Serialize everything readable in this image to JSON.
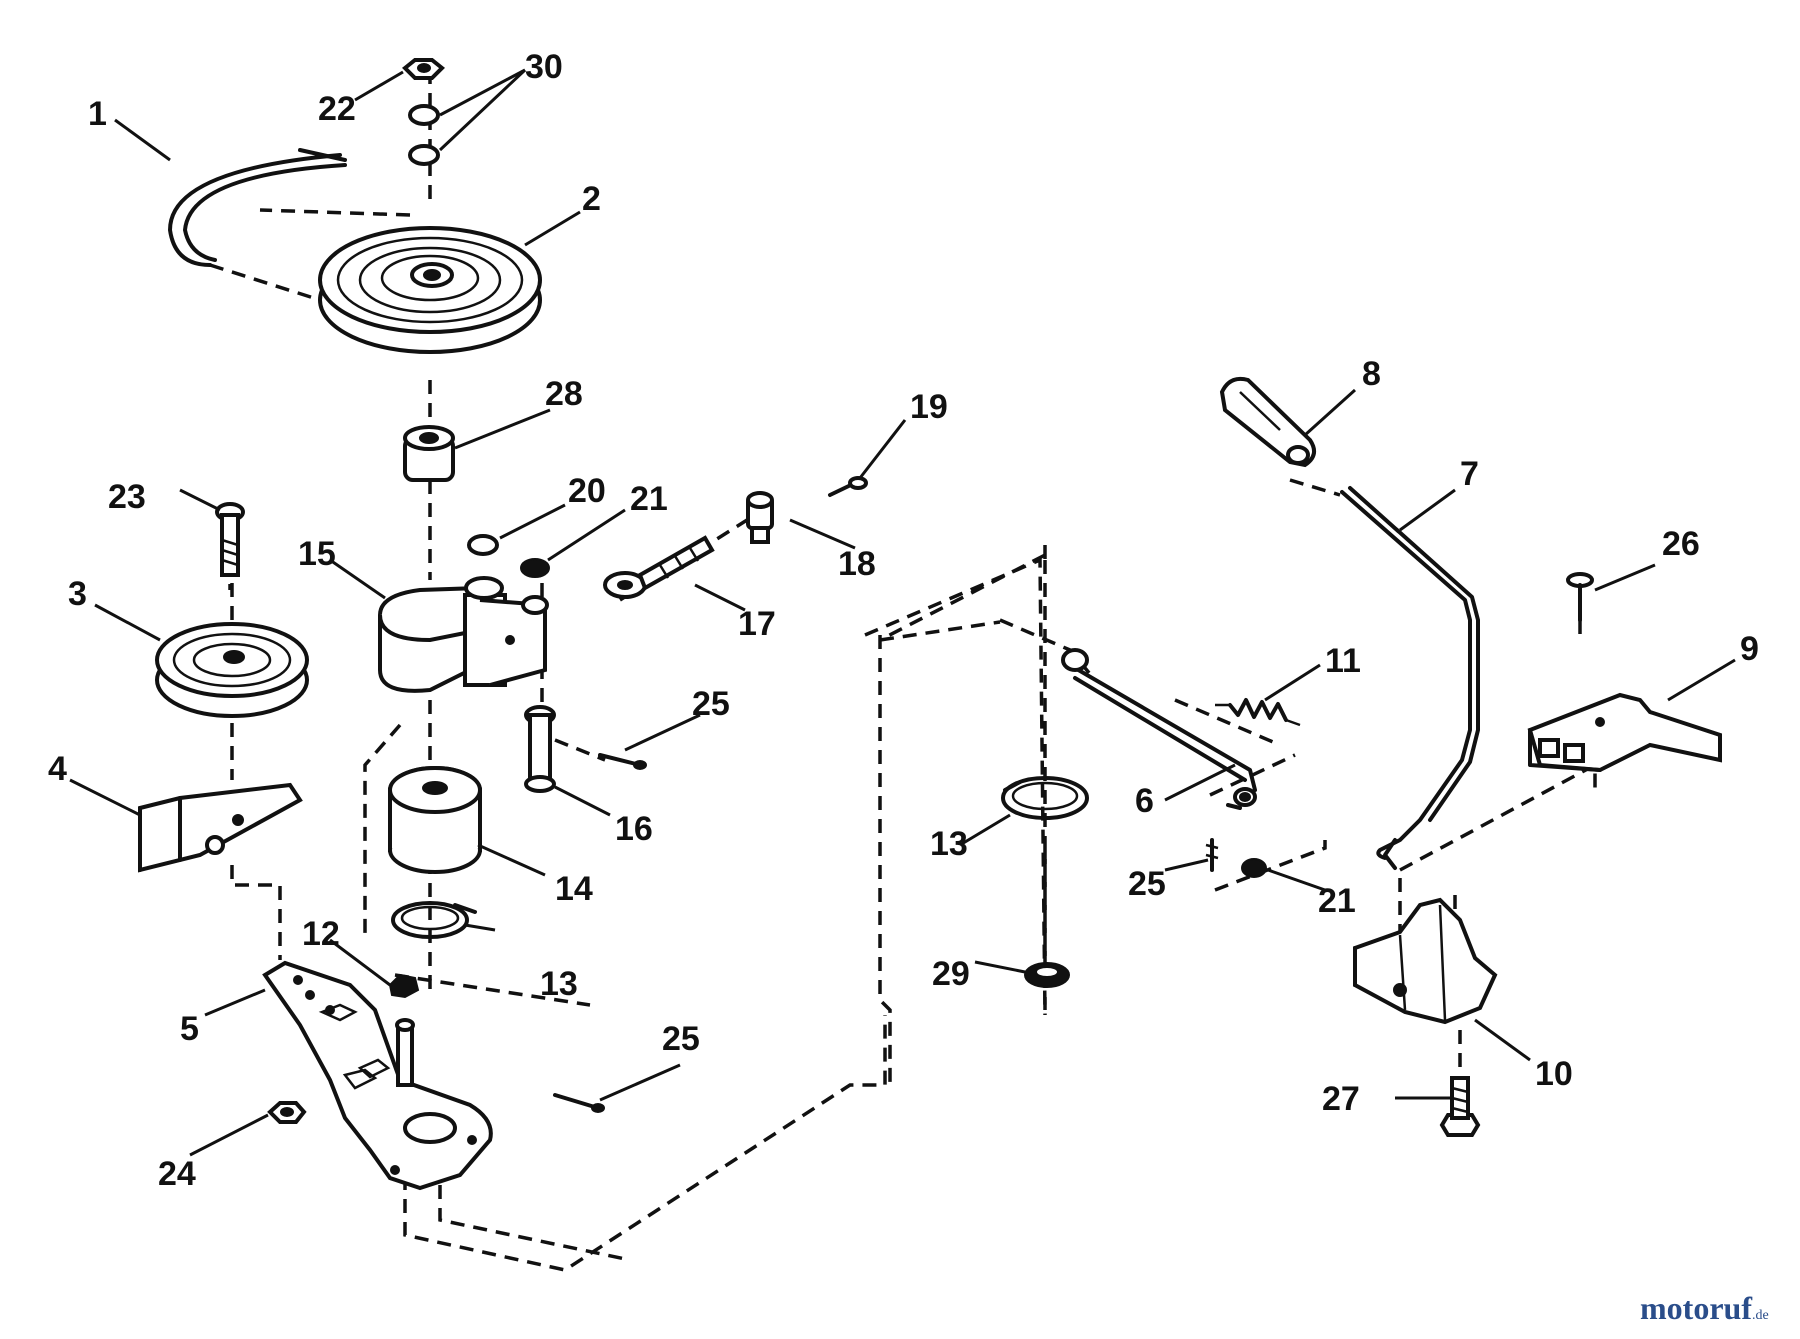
{
  "callouts": [
    {
      "id": "c1",
      "label": "1"
    },
    {
      "id": "c2",
      "label": "2"
    },
    {
      "id": "c3",
      "label": "3"
    },
    {
      "id": "c4",
      "label": "4"
    },
    {
      "id": "c5",
      "label": "5"
    },
    {
      "id": "c6",
      "label": "6"
    },
    {
      "id": "c7",
      "label": "7"
    },
    {
      "id": "c8",
      "label": "8"
    },
    {
      "id": "c9",
      "label": "9"
    },
    {
      "id": "c10",
      "label": "10"
    },
    {
      "id": "c11",
      "label": "11"
    },
    {
      "id": "c12",
      "label": "12"
    },
    {
      "id": "c13a",
      "label": "13"
    },
    {
      "id": "c13b",
      "label": "13"
    },
    {
      "id": "c14",
      "label": "14"
    },
    {
      "id": "c15",
      "label": "15"
    },
    {
      "id": "c16",
      "label": "16"
    },
    {
      "id": "c17",
      "label": "17"
    },
    {
      "id": "c18",
      "label": "18"
    },
    {
      "id": "c19",
      "label": "19"
    },
    {
      "id": "c20",
      "label": "20"
    },
    {
      "id": "c21a",
      "label": "21"
    },
    {
      "id": "c21b",
      "label": "21"
    },
    {
      "id": "c22",
      "label": "22"
    },
    {
      "id": "c23",
      "label": "23"
    },
    {
      "id": "c24",
      "label": "24"
    },
    {
      "id": "c25a",
      "label": "25"
    },
    {
      "id": "c25b",
      "label": "25"
    },
    {
      "id": "c25c",
      "label": "25"
    },
    {
      "id": "c26",
      "label": "26"
    },
    {
      "id": "c27",
      "label": "27"
    },
    {
      "id": "c28",
      "label": "28"
    },
    {
      "id": "c29",
      "label": "29"
    },
    {
      "id": "c30",
      "label": "30"
    }
  ],
  "watermark": {
    "brand": "motoruf",
    "tld": ".de"
  }
}
